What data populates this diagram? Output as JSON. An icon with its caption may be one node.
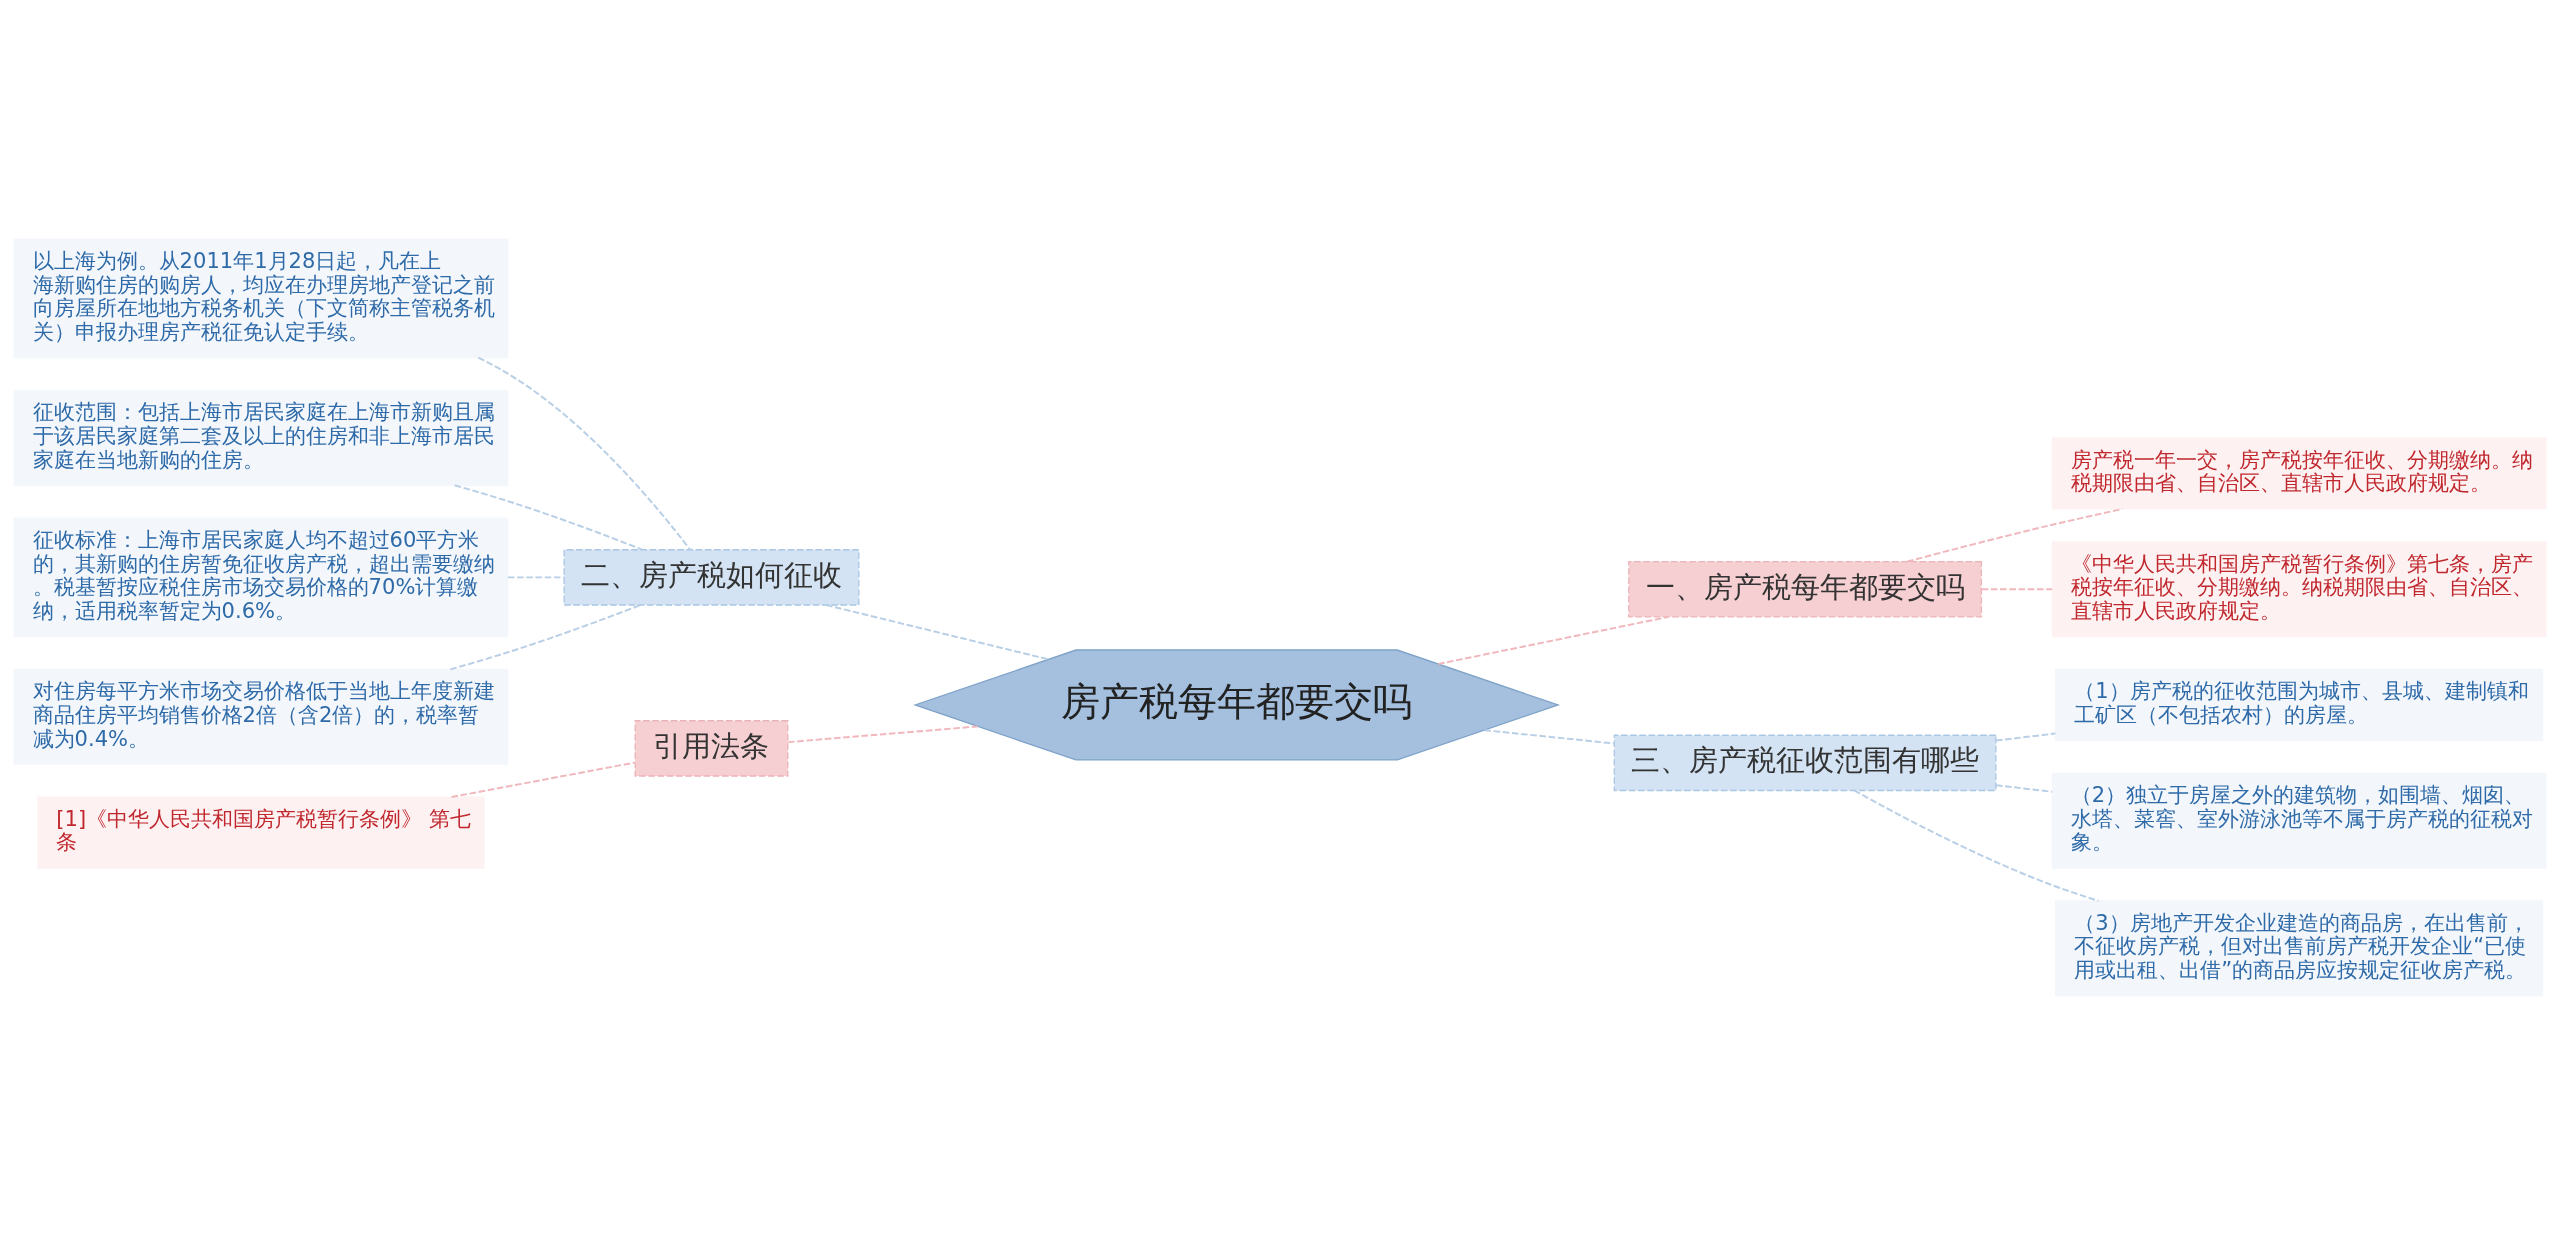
{
  "diagram": {
    "nodes": [
      {
        "text": [
          "房产税每年都要交吗"
        ]
      },
      {
        "text": [
          "二、房产税如何征收"
        ]
      },
      {
        "text": [
          "以上海为例。从2011年1月28日起，凡在上海新购住房的购房人，均应在办理房地产登记之前向房屋所在地地方税务机关（下文简称主管税务机关）申报办理房产税征免认定手续。"
        ]
      },
      {
        "text": [
          "征收范围：包括上海市居民家庭在上海市新购且属于该居民家庭第二套及以上的住房和非上海市居民家庭在当地新购的住房。"
        ]
      },
      {
        "text": [
          "征收标准：上海市居民家庭人均不超过60平方米的，其新购的住房暂免征收房产税，超出需要缴纳。税基暂按应税住房市场交易价格的70%计算缴纳，适用税率暂定为0.6%。"
        ]
      },
      {
        "text": [
          "对住房每平方米市场交易价格低于当地上年度新建商品住房平均销售价格2倍（含2倍）的，税率暂减为0.4%。"
        ]
      },
      {
        "text": [
          "引用法条"
        ]
      },
      {
        "text": [
          "[1]《中华人民共和国房产税暂行条例》 第七条"
        ]
      },
      {
        "text": [
          "一、房产税每年都要交吗"
        ]
      },
      {
        "text": [
          "房产税一年一交，房产税按年征收、分期缴纳。纳税期限由省、自治区、直辖市人民政府规定。"
        ]
      },
      {
        "text": [
          "《中华人民共和国房产税暂行条例》第七条，房产税按年征收、分期缴纳。纳税期限由省、自治区、直辖市人民政府规定。"
        ]
      },
      {
        "text": [
          "三、房产税征收范围有哪些"
        ]
      },
      {
        "text": [
          "（1）房产税的征收范围为城市、县城、建制镇和工矿区（不包括农村）的房屋。"
        ]
      },
      {
        "text": [
          "（2）独立于房屋之外的建筑物，如围墙、烟囱、水塔、菜窖、室外游泳池等不属于房产税的征税对象。"
        ]
      },
      {
        "text": [
          "（3）房地产开发企业建造的商品房，在出售前，不征收房产税，但对出售前房产税开发企业“已使用或出租、出借”的商品房应按规定征收房产税。"
        ]
      }
    ],
    "edges": [
      {
        "from": 0,
        "to": 1,
        "arrow": "none",
        "style": "dashed"
      },
      {
        "from": 1,
        "to": 2,
        "arrow": "none",
        "style": "dashed"
      },
      {
        "from": 1,
        "to": 3,
        "arrow": "none",
        "style": "dashed"
      },
      {
        "from": 1,
        "to": 4,
        "arrow": "none",
        "style": "dashed"
      },
      {
        "from": 1,
        "to": 5,
        "arrow": "none",
        "style": "dashed"
      },
      {
        "from": 0,
        "to": 6,
        "arrow": "none",
        "style": "dashed",
        "color": "#f0b8bc"
      },
      {
        "from": 6,
        "to": 7,
        "arrow": "none",
        "style": "dashed",
        "color": "#f0b8bc"
      },
      {
        "from": 0,
        "to": 8,
        "arrow": "none",
        "style": "dashed",
        "color": "#f0b8bc"
      },
      {
        "from": 8,
        "to": 9,
        "arrow": "none",
        "style": "dashed",
        "color": "#f0b8bc"
      },
      {
        "from": 8,
        "to": 10,
        "arrow": "none",
        "style": "dashed",
        "color": "#f0b8bc"
      },
      {
        "from": 0,
        "to": 11,
        "arrow": "none",
        "style": "dashed"
      },
      {
        "from": 11,
        "to": 12,
        "arrow": "none",
        "style": "dashed"
      },
      {
        "from": 11,
        "to": 13,
        "arrow": "none",
        "style": "dashed"
      },
      {
        "from": 11,
        "to": 14,
        "arrow": "none",
        "style": "dashed"
      }
    ]
  }
}
